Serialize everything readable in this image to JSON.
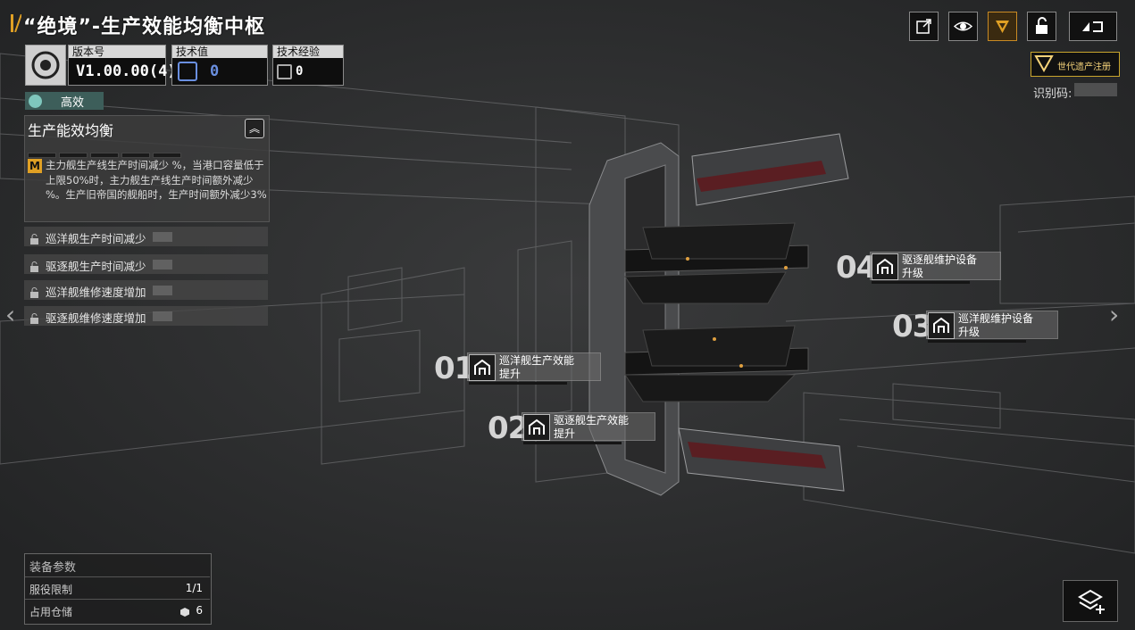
{
  "header": {
    "title": "“绝境”-生产效能均衡中枢"
  },
  "stats": {
    "version_label": "版本号",
    "version_value": "V1.00.00(4)",
    "tech_value_label": "技术值",
    "tech_value": "0",
    "tech_exp_label": "技术经验",
    "tech_exp_value": "0"
  },
  "efficiency": {
    "label": "高效"
  },
  "panel": {
    "title": "生产能效均衡",
    "badge": "M",
    "description": "主力舰生产线生产时间减少  %，当港口容量低于上限50%时，主力舰生产线生产时间额外减少  %。生产旧帝国的舰船时，生产时间额外减少3%"
  },
  "locked_items": [
    {
      "label": "巡洋舰生产时间减少"
    },
    {
      "label": "驱逐舰生产时间减少"
    },
    {
      "label": "巡洋舰维修速度增加"
    },
    {
      "label": "驱逐舰维修速度增加"
    }
  ],
  "nodes": [
    {
      "num": "01",
      "line1": "巡洋舰生产效能",
      "line2": "提升"
    },
    {
      "num": "02",
      "line1": "驱逐舰生产效能",
      "line2": "提升"
    },
    {
      "num": "03",
      "line1": "巡洋舰维护设备",
      "line2": "升级"
    },
    {
      "num": "04",
      "line1": "驱逐舰维护设备",
      "line2": "升级"
    }
  ],
  "top_right": {
    "heritage_label": "世代遗产注册",
    "id_label": "识别码:"
  },
  "equipment": {
    "header": "装备参数",
    "service_limit_label": "服役限制",
    "service_limit_value": "1/1",
    "storage_label": "占用仓储",
    "storage_value": "6"
  },
  "colors": {
    "accent_teal": "#3d5e5a",
    "badge_gold": "#e0a024",
    "heritage_gold": "#c9a52d"
  }
}
